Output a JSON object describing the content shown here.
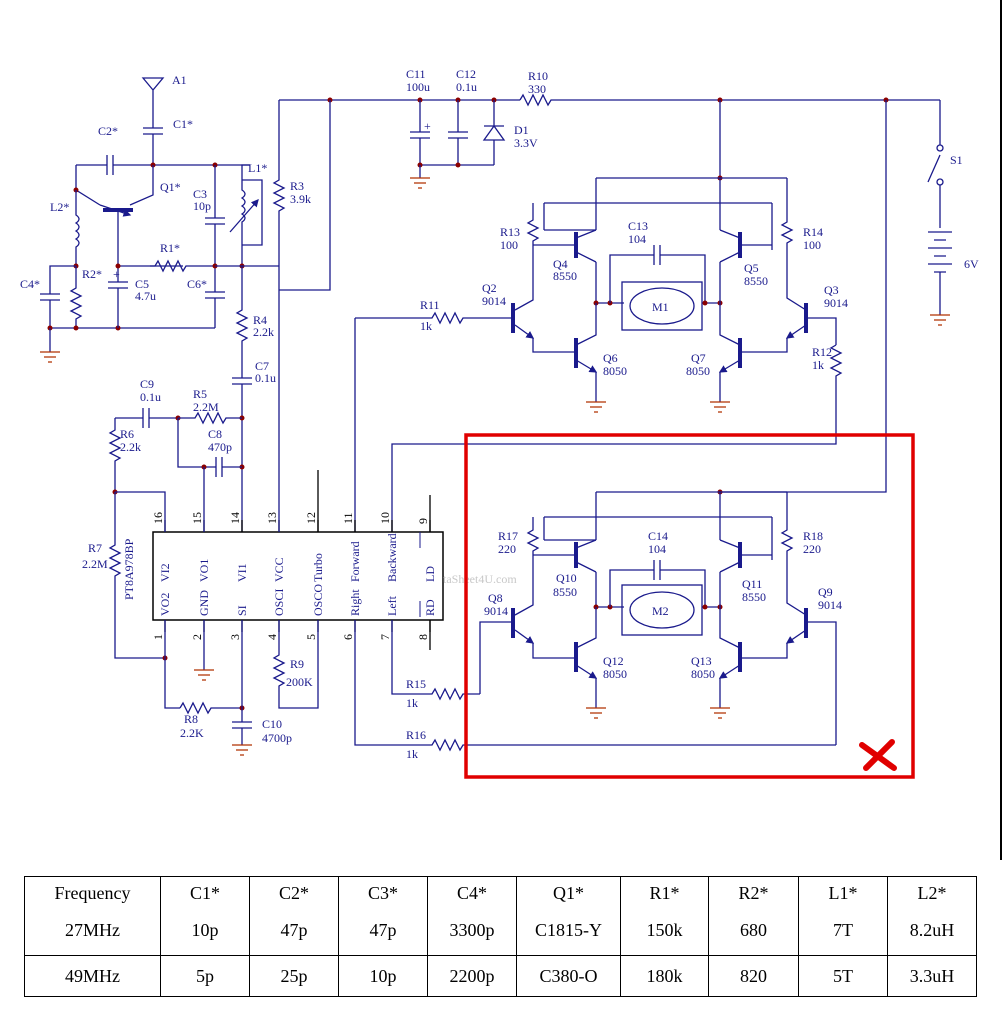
{
  "diagram": {
    "antenna": "A1",
    "components": {
      "C1": "C1*",
      "C2": "C2*",
      "Q1": "Q1*",
      "L2": "L2*",
      "C4": "C4*",
      "R2": "R2*",
      "C3": "C3",
      "C3v": "10p",
      "L1": "L1*",
      "R1": "R1*",
      "C5": "C5",
      "C5v": "4.7u",
      "C6": "C6*",
      "R3": "R3",
      "R3v": "3.9k",
      "R4": "R4",
      "R4v": "2.2k",
      "C7": "C7",
      "C7v": "0.1u",
      "C9": "C9",
      "C9v": "0.1u",
      "R5": "R5",
      "R5v": "2.2M",
      "C8": "C8",
      "C8v": "470p",
      "R6": "R6",
      "R6v": "2.2k",
      "R7": "R7",
      "R7v": "2.2M",
      "R8": "R8",
      "R8v": "2.2K",
      "C10": "C10",
      "C10v": "4700p",
      "R9": "R9",
      "R9v": "200K",
      "C11": "C11",
      "C11v": "100u",
      "C12": "C12",
      "C12v": "0.1u",
      "R10": "R10",
      "R10v": "330",
      "D1": "D1",
      "D1v": "3.3V",
      "S1": "S1",
      "battery": "6V",
      "R13": "R13",
      "R13v": "100",
      "R14": "R14",
      "R14v": "100",
      "C13": "C13",
      "C13v": "104",
      "Q4": "Q4",
      "Q4v": "8550",
      "Q5": "Q5",
      "Q5v": "8550",
      "Q2": "Q2",
      "Q2v": "9014",
      "Q3": "Q3",
      "Q3v": "9014",
      "M1": "M1",
      "R11": "R11",
      "R11v": "1k",
      "R12": "R12",
      "R12v": "1k",
      "Q6": "Q6",
      "Q6v": "8050",
      "Q7": "Q7",
      "Q7v": "8050",
      "R17": "R17",
      "R17v": "220",
      "R18": "R18",
      "R18v": "220",
      "C14": "C14",
      "C14v": "104",
      "Q10": "Q10",
      "Q10v": "8550",
      "Q11": "Q11",
      "Q11v": "8550",
      "Q8": "Q8",
      "Q8v": "9014",
      "Q9": "Q9",
      "Q9v": "9014",
      "M2": "M2",
      "Q12": "Q12",
      "Q12v": "8050",
      "Q13": "Q13",
      "Q13v": "8050",
      "R15": "R15",
      "R15v": "1k",
      "R16": "R16",
      "R16v": "1k"
    },
    "ic": {
      "name": "PT8A978BP",
      "top_pins": [
        "VI2",
        "VO1",
        "VI1",
        "VCC",
        "Turbo",
        "Forward",
        "Backward",
        "LD"
      ],
      "top_nums": [
        "16",
        "15",
        "14",
        "13",
        "12",
        "11",
        "10",
        "9"
      ],
      "bottom_pins": [
        "VO2",
        "GND",
        "SI",
        "OSCI",
        "OSCO",
        "Right",
        "Left",
        "RD"
      ],
      "bottom_nums": [
        "1",
        "2",
        "3",
        "4",
        "5",
        "6",
        "7",
        "8"
      ]
    },
    "watermark": "taSheet4U.com"
  },
  "table": {
    "header": [
      "Frequency",
      "C1*",
      "C2*",
      "C3*",
      "C4*",
      "Q1*",
      "R1*",
      "R2*",
      "L1*",
      "L2*"
    ],
    "rows": [
      [
        "27MHz",
        "10p",
        "47p",
        "47p",
        "3300p",
        "C1815-Y",
        "150k",
        "680",
        "7T",
        "8.2uH"
      ],
      [
        "49MHz",
        "5p",
        "25p",
        "10p",
        "2200p",
        "C380-O",
        "180k",
        "820",
        "5T",
        "3.3uH"
      ]
    ]
  },
  "colors": {
    "wire": "#1a1a8c",
    "junction": "#8b0000",
    "highlight": "#e00000"
  }
}
